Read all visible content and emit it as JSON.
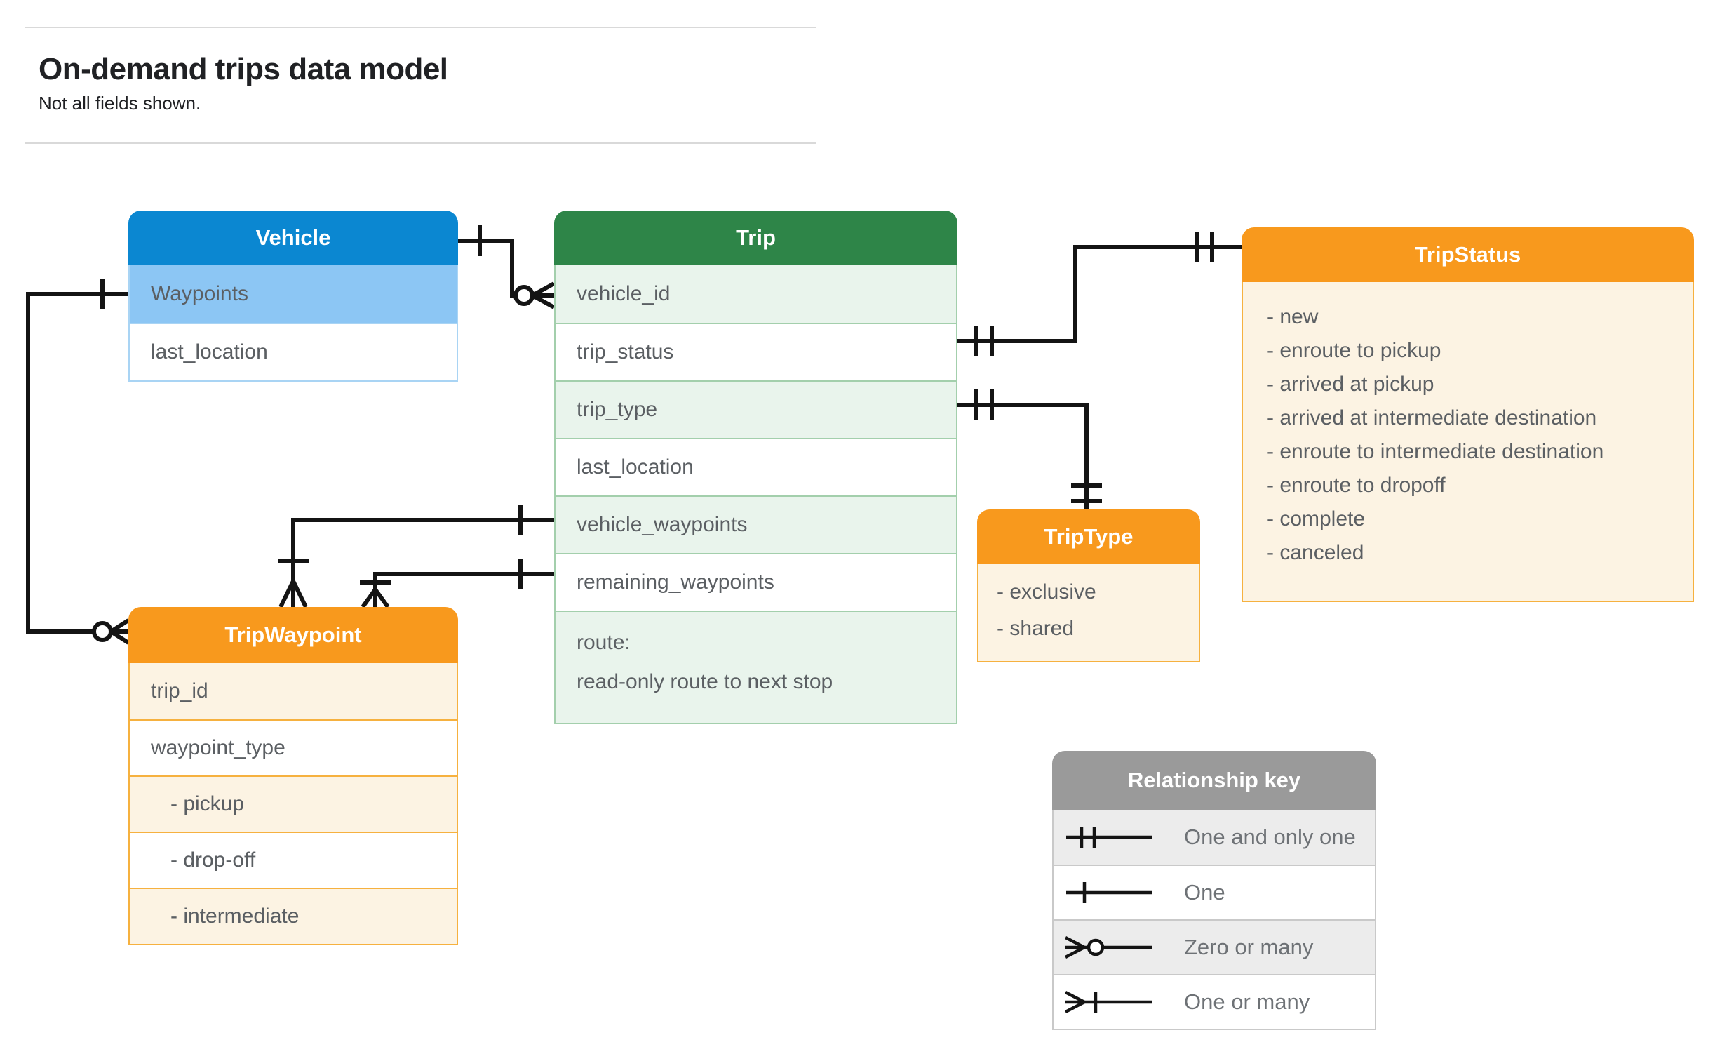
{
  "page": {
    "title": "On-demand trips data model",
    "subtitle": "Not all fields shown."
  },
  "entities": {
    "vehicle": {
      "title": "Vehicle",
      "fields": [
        "Waypoints",
        "last_location"
      ]
    },
    "trip": {
      "title": "Trip",
      "fields": [
        "vehicle_id",
        "trip_status",
        "trip_type",
        "last_location",
        "vehicle_waypoints",
        "remaining_waypoints"
      ],
      "route": [
        "route:",
        "read-only route to next stop"
      ]
    },
    "trip_status": {
      "title": "TripStatus",
      "values": [
        "- new",
        "- enroute to pickup",
        "- arrived at pickup",
        "- arrived at intermediate destination",
        "- enroute to intermediate destination",
        "- enroute to dropoff",
        "- complete",
        "- canceled"
      ]
    },
    "trip_type": {
      "title": "TripType",
      "values": [
        "- exclusive",
        "- shared"
      ]
    },
    "trip_waypoint": {
      "title": "TripWaypoint",
      "fields": [
        "trip_id",
        "waypoint_type"
      ],
      "values": [
        "- pickup",
        "- drop-off",
        "- intermediate"
      ]
    }
  },
  "relationships": [
    {
      "from": "Vehicle",
      "to": "Trip.vehicle_id",
      "from_cardinality": "one",
      "to_cardinality": "zero-or-many"
    },
    {
      "from": "Vehicle.Waypoints",
      "to": "TripWaypoint",
      "from_cardinality": "one",
      "to_cardinality": "zero-or-many"
    },
    {
      "from": "Trip.trip_status",
      "to": "TripStatus",
      "from_cardinality": "one-and-only-one",
      "to_cardinality": "one-and-only-one"
    },
    {
      "from": "Trip.trip_type",
      "to": "TripType",
      "from_cardinality": "one-and-only-one",
      "to_cardinality": "one-and-only-one"
    },
    {
      "from": "Trip.vehicle_waypoints",
      "to": "TripWaypoint",
      "from_cardinality": "one",
      "to_cardinality": "one-or-many"
    },
    {
      "from": "Trip.remaining_waypoints",
      "to": "TripWaypoint",
      "from_cardinality": "one",
      "to_cardinality": "one-or-many"
    }
  ],
  "legend": {
    "title": "Relationship key",
    "items": [
      {
        "symbol": "one-and-only-one",
        "label": "One and only one"
      },
      {
        "symbol": "one",
        "label": "One"
      },
      {
        "symbol": "zero-or-many",
        "label": "Zero or many"
      },
      {
        "symbol": "one-or-many",
        "label": "One or many"
      }
    ]
  },
  "colors": {
    "blue-header": "#0b87d1",
    "blue-row": "#8cc6f4",
    "blue-border": "#a9d4f4",
    "green-header": "#2e8548",
    "green-row": "#e9f4ec",
    "green-border": "#a3cfac",
    "orange-header": "#f8991d",
    "orange-row": "#fcf3e3",
    "orange-border": "#f6b13f",
    "gray-header": "#9a9a9a",
    "gray-row": "#ececec",
    "gray-border": "#c9c9c9",
    "line-color": "#141414",
    "text-dark": "#202124",
    "text-field": "#5b5f63",
    "text-legend": "#6e7276",
    "divider": "#d9d9d9"
  }
}
